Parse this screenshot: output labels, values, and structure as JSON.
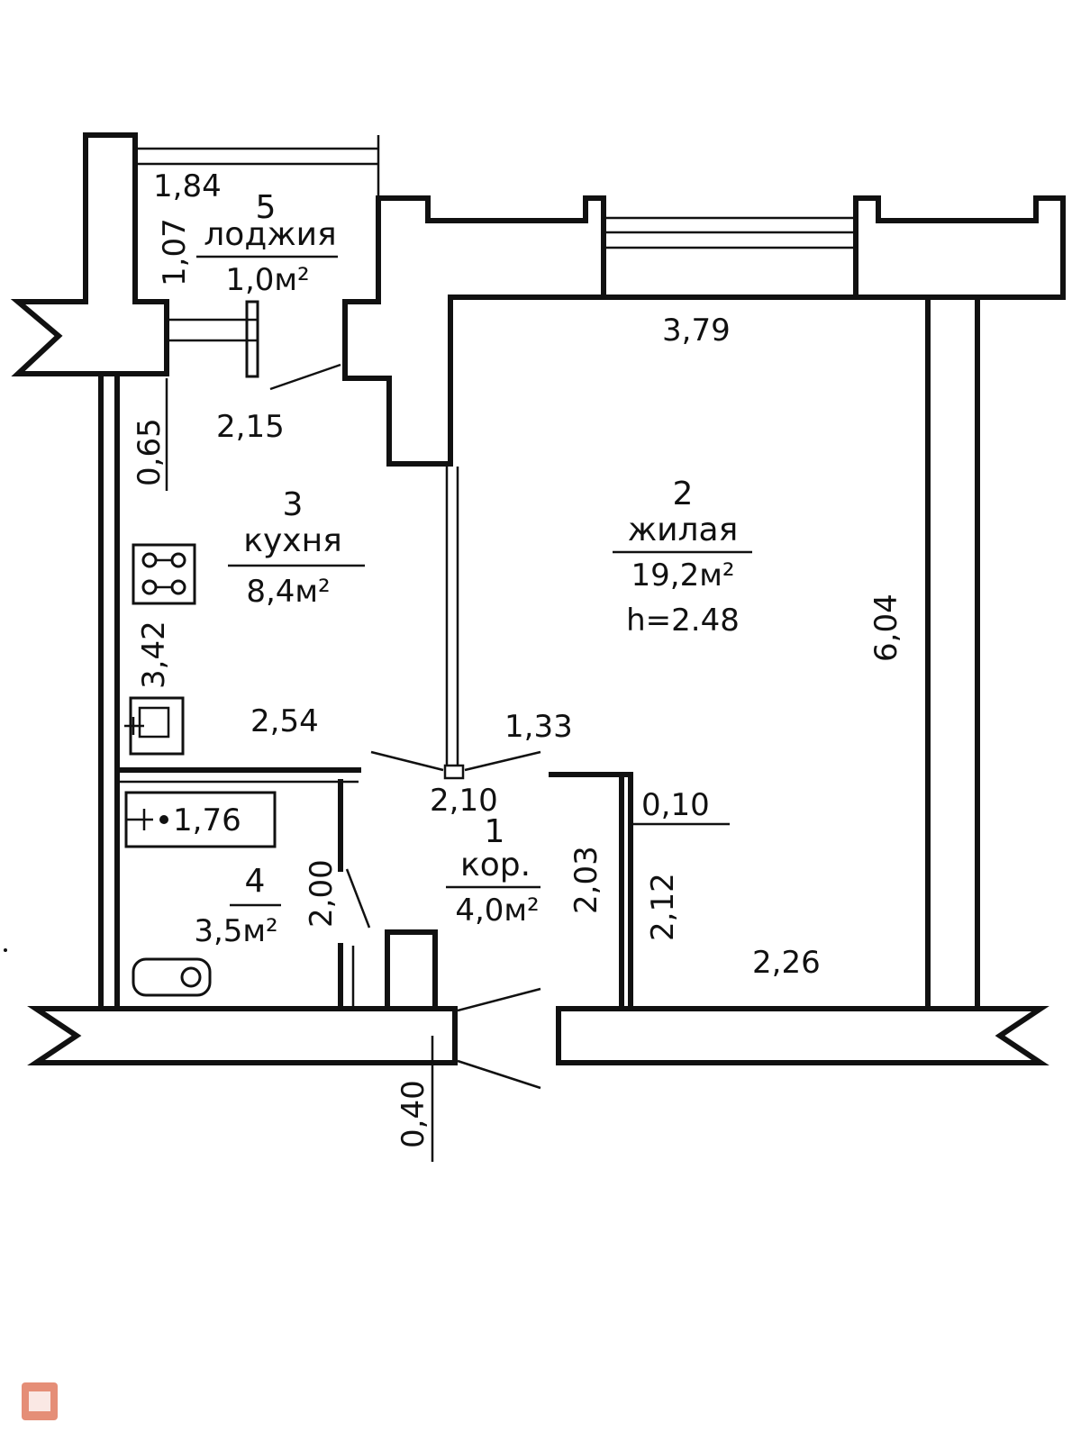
{
  "rooms": [
    {
      "number": "1",
      "name": "кор.",
      "area": "4,0м²"
    },
    {
      "number": "2",
      "name": "жилая",
      "area": "19,2м²",
      "height": "h=2.48"
    },
    {
      "number": "3",
      "name": "кухня",
      "area": "8,4м²"
    },
    {
      "number": "4",
      "area": "3,5м²"
    },
    {
      "number": "5",
      "name": "лоджия",
      "area": "1,0м²"
    }
  ],
  "dimensions": {
    "loggia_width": "1,84",
    "loggia_depth": "1,07",
    "living_width": "3,79",
    "living_length": "6,04",
    "kitchen_window": "2,15",
    "kitchen_pier": "0,65",
    "kitchen_length": "3,42",
    "kitchen_width": "2,54",
    "hall_1": "1,33",
    "hall_2": "2,10",
    "hall_3": "2,03",
    "bath_height": "2,00",
    "bath_tub": "1,76",
    "wall_010": "0,10",
    "living_lower": "2,12",
    "living_bottom": "2,26",
    "entry_040": "0,40"
  },
  "colors": {
    "line": "#111111",
    "logo": "#e07a5f"
  }
}
